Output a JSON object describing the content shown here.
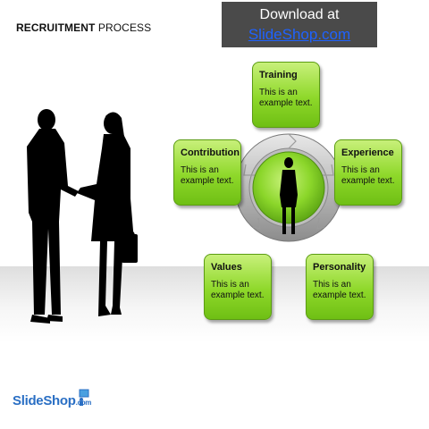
{
  "header": {
    "title_bold": "RECRUITMENT",
    "title_rest": " PROCESS",
    "download_line1": "Download at",
    "download_link": "SlideShop.com"
  },
  "diagram": {
    "center_icon": "businesswoman-silhouette-icon",
    "boxes": [
      {
        "title": "Training",
        "text": "This is an example text."
      },
      {
        "title": "Experience",
        "text": "This is an example text."
      },
      {
        "title": "Personality",
        "text": "This is an example text."
      },
      {
        "title": "Values",
        "text": "This is an example text."
      },
      {
        "title": "Contribution",
        "text": "This is an example text."
      }
    ],
    "box_color": "#8ed82a",
    "ring_color": "#a9a9a9"
  },
  "footer": {
    "logo_main": "SlideShop",
    "logo_suffix": ".com",
    "logo_icon": "presenter-icon"
  }
}
